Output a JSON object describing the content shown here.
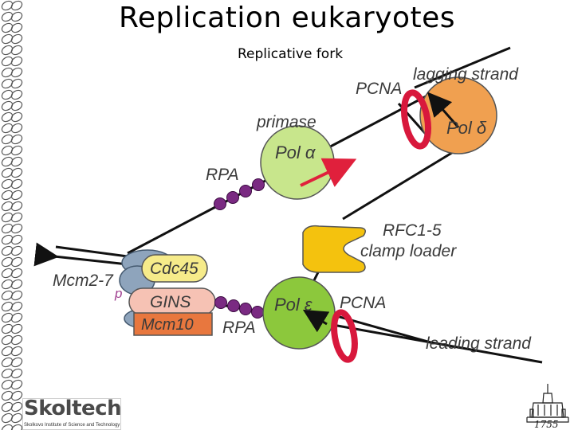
{
  "slide": {
    "title": "Replication eukaryotes",
    "subtitle": "Replicative fork"
  },
  "labels": {
    "lagging_strand": "lagging strand",
    "pcna_top": "PCNA",
    "primase": "primase",
    "pol_alpha": "Pol α",
    "pol_delta": "Pol δ",
    "rpa_top": "RPA",
    "rfc": "RFC1-5",
    "clamp_loader": "clamp loader",
    "cdc45": "Cdc45",
    "mcm27": "Mcm2-7",
    "p": "p",
    "gins": "GINS",
    "mcm10": "Mcm10",
    "rpa_bottom": "RPA",
    "pol_epsilon": "Pol ε",
    "pcna_bottom": "PCNA",
    "leading_strand": "leading strand"
  },
  "branding": {
    "logo_text": "Skoltech",
    "logo_sub": "Skolkovo Institute of Science and Technology",
    "seal_year": "1755"
  },
  "colors": {
    "pol_delta": "#f0a050",
    "pol_alpha": "#c8e68c",
    "pol_epsilon": "#8cc83c",
    "pcna_ring": "#d8183c",
    "rpa_beads": "#7a2a82",
    "clamp_loader": "#f4c20e",
    "cdc45": "#f6eb8a",
    "gins": "#f6c2b4",
    "mcm10": "#e8773e",
    "mcm27": "#8ea4bc"
  }
}
